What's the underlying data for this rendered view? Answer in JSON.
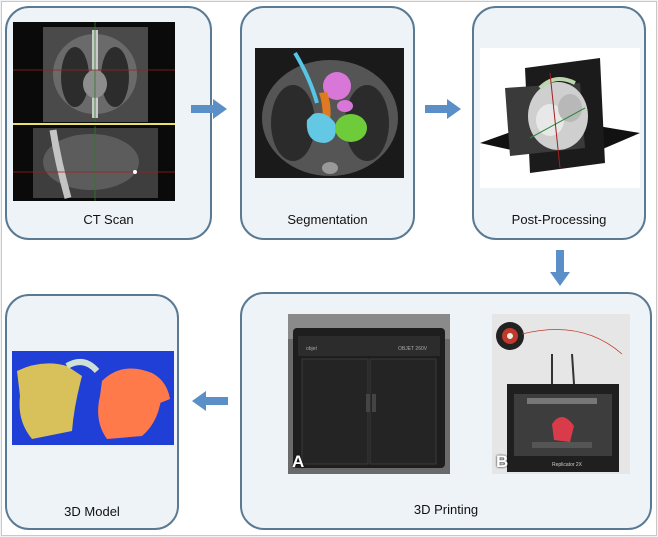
{
  "stages": {
    "ct_scan": {
      "label": "CT Scan"
    },
    "segmentation": {
      "label": "Segmentation"
    },
    "post_processing": {
      "label": "Post-Processing"
    },
    "printing_3d": {
      "label": "3D Printing",
      "printer_a": {
        "tag": "A",
        "model_text": "OBJET 260V"
      },
      "printer_b": {
        "tag": "B",
        "model_text": "Replicator 2X"
      }
    },
    "model_3d": {
      "label": "3D Model"
    }
  },
  "colors": {
    "stage_border": "#5a7a93",
    "stage_fill": "#eef3f7",
    "arrow": "#5b8fc7"
  }
}
